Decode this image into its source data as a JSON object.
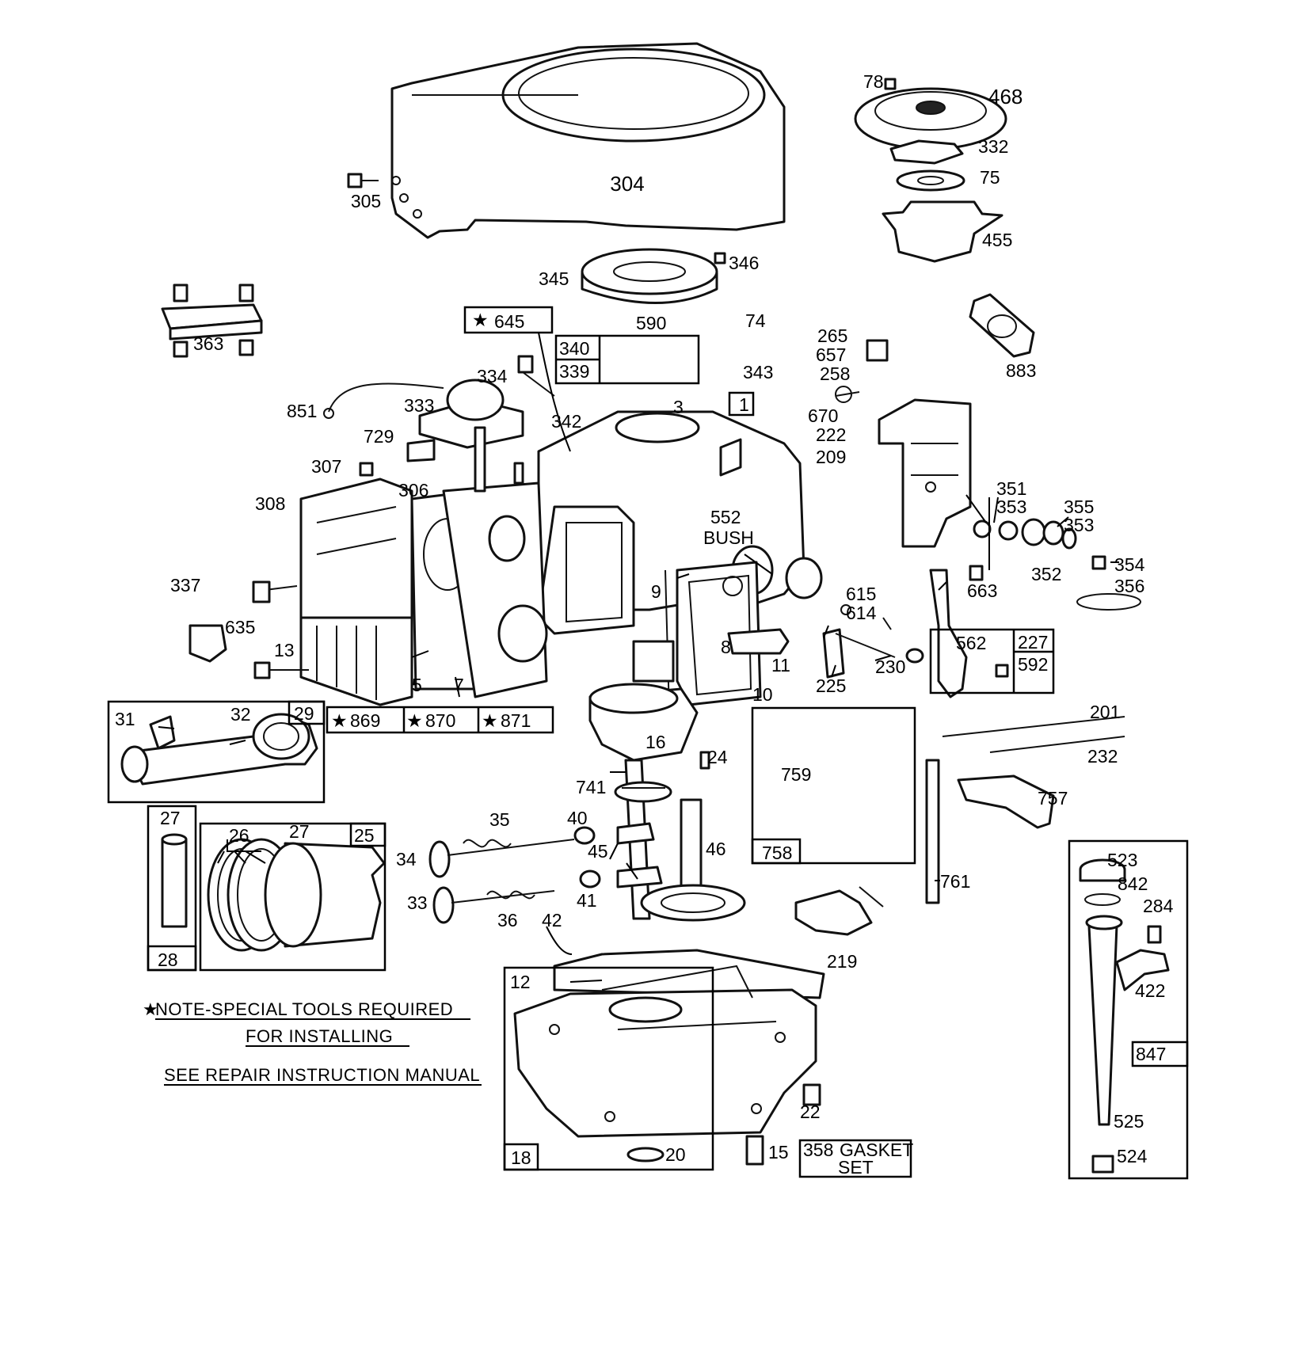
{
  "parts": {
    "p304": "304",
    "p305": "305",
    "p78": "78",
    "p468": "468",
    "p332": "332",
    "p75": "75",
    "p455": "455",
    "p345": "345",
    "p346": "346",
    "p363": "363",
    "p645": "645",
    "p590": "590",
    "p74": "74",
    "p340": "340",
    "p339": "339",
    "p343": "343",
    "p265": "265",
    "p657": "657",
    "p883": "883",
    "p334": "334",
    "p258": "258",
    "p851": "851",
    "p333": "333",
    "p3": "3",
    "p1": "1",
    "p342": "342",
    "p670": "670",
    "p222": "222",
    "p729": "729",
    "p209": "209",
    "p307": "307",
    "p306": "306",
    "p308": "308",
    "p351": "351",
    "p353a": "353",
    "p355": "355",
    "p353b": "353",
    "p552": "552",
    "bush": "BUSH",
    "p352": "352",
    "p354": "354",
    "p337": "337",
    "p663": "663",
    "p356": "356",
    "p9": "9",
    "p615": "615",
    "p614": "614",
    "p635": "635",
    "p562": "562",
    "p227": "227",
    "p592": "592",
    "p13": "13",
    "p8": "8",
    "p11": "11",
    "p230": "230",
    "p225": "225",
    "p5": "5",
    "p7": "7",
    "p10": "10",
    "p869": "869",
    "p870": "870",
    "p871": "871",
    "p29": "29",
    "p31": "31",
    "p32": "32",
    "p201": "201",
    "p16": "16",
    "p24": "24",
    "p759": "759",
    "p232": "232",
    "p741": "741",
    "p757": "757",
    "p758": "758",
    "p27a": "27",
    "p26": "26",
    "p27b": "27",
    "p25": "25",
    "p35": "35",
    "p40": "40",
    "p46": "46",
    "p34": "34",
    "p45": "45",
    "p761": "761",
    "p523": "523",
    "p842": "842",
    "p33": "33",
    "p41": "41",
    "p36": "36",
    "p42": "42",
    "p284": "284",
    "p28": "28",
    "p219": "219",
    "p12": "12",
    "p422": "422",
    "p847": "847",
    "p22": "22",
    "p525": "525",
    "p18": "18",
    "p20": "20",
    "p15": "15",
    "p524": "524"
  },
  "gasket_set": {
    "number": "358",
    "line1": "GASKET",
    "line2": "SET"
  },
  "notes": {
    "line1": "NOTE-SPECIAL TOOLS REQUIRED",
    "line2": "FOR INSTALLING",
    "line3": "SEE REPAIR INSTRUCTION MANUAL"
  },
  "symbols": {
    "star": "★"
  }
}
